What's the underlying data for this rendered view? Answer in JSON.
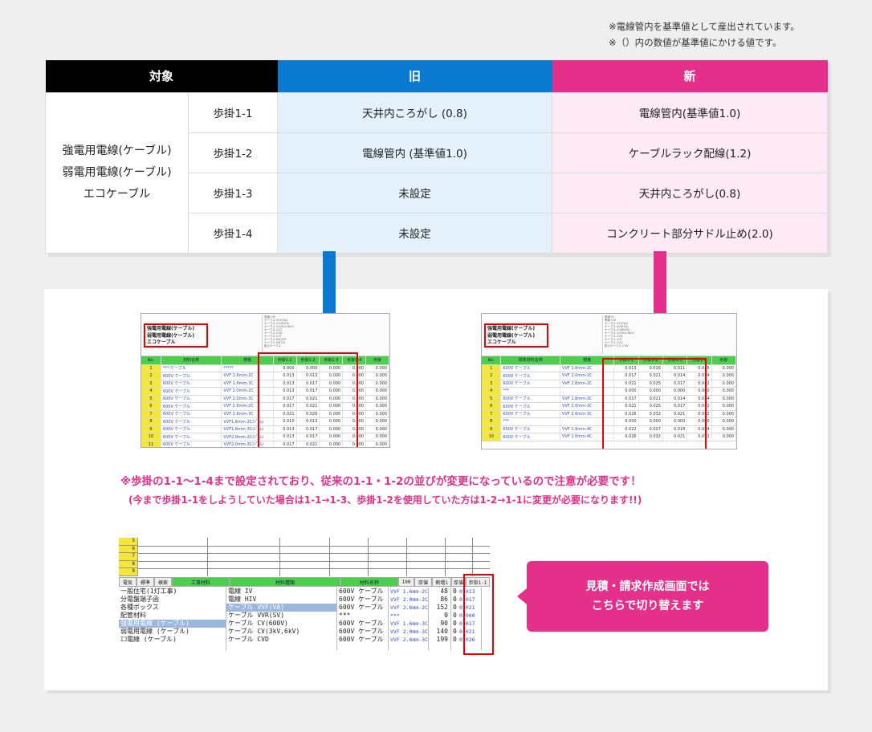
{
  "notes": [
    "※電線管内を基準値として産出されています。",
    "※（）内の数値が基準値にかける値です。"
  ],
  "table": {
    "headers": {
      "target": "対象",
      "old": "旧",
      "new": "新"
    },
    "target_lines": [
      "強電用電線(ケーブル)",
      "弱電用電線(ケーブル)",
      "エコケーブル"
    ],
    "rows": [
      {
        "label": "歩掛1-1",
        "old": "天井内ころがし (0.8)",
        "new": "電線管内(基準値1.0)"
      },
      {
        "label": "歩掛1-2",
        "old": "電線管内 (基準値1.0)",
        "new": "ケーブルラック配線(1.2)"
      },
      {
        "label": "歩掛1-3",
        "old": "未設定",
        "new": "天井内ころがし(0.8)"
      },
      {
        "label": "歩掛1-4",
        "old": "未設定",
        "new": "コンクリート部分サドル止め(2.0)"
      }
    ]
  },
  "colors": {
    "old": "#0a79d0",
    "new": "#e4308a",
    "header_target": "#000000"
  },
  "old_shot": {
    "box_lines": [
      "強電用電線(ケーブル)",
      "弱電用電線(ケーブル)",
      "エコケーブル"
    ],
    "header": [
      "No.",
      "材料名称",
      "規格",
      "歩掛1-1",
      "歩掛1-2",
      "歩掛1-3",
      "歩掛1-4",
      "歩掛"
    ],
    "rows": [
      [
        "1",
        "***:ケーブル",
        "*****",
        "0.000",
        "0.000",
        "0.000",
        "0.000",
        "0.000"
      ],
      [
        "2",
        "600V ケーブル",
        "VVF 1.6mm-2C",
        "0.013",
        "0.013",
        "0.000",
        "0.000",
        "0.000"
      ],
      [
        "3",
        "600V ケーブル",
        "VVF 1.6mm-3C",
        "0.013",
        "0.017",
        "0.000",
        "0.000",
        "0.000"
      ],
      [
        "4",
        "600V ケーブル",
        "VVF 2.0mm-2C",
        "0.013",
        "0.017",
        "0.000",
        "0.000",
        "0.000"
      ],
      [
        "5",
        "600V ケーブル",
        "VVF 2.0mm-3C",
        "0.017",
        "0.021",
        "0.000",
        "0.000",
        "0.000"
      ],
      [
        "6",
        "600V ケーブル",
        "VVF 2.6mm-2C",
        "0.017",
        "0.021",
        "0.000",
        "0.000",
        "0.000"
      ],
      [
        "7",
        "600V ケーブル",
        "VVF 2.6mm-3C",
        "0.021",
        "0.026",
        "0.000",
        "0.000",
        "0.000"
      ],
      [
        "8",
        "600V ケーブル",
        "VVF1.6mm-2C(ﾄﾞﾗﾑ)",
        "0.010",
        "0.013",
        "0.000",
        "0.000",
        "0.000"
      ],
      [
        "9",
        "600V ケーブル",
        "VVF1.6mm-3C(ﾄﾞﾗﾑ)",
        "0.013",
        "0.017",
        "0.000",
        "0.000",
        "0.000"
      ],
      [
        "10",
        "600V ケーブル",
        "VVF2.0mm-2C(ﾄﾞﾗﾑ)",
        "0.013",
        "0.017",
        "0.000",
        "0.000",
        "0.000"
      ],
      [
        "11",
        "600V ケーブル",
        "VVF2.0mm-3C(ﾄﾞﾗﾑ)",
        "0.017",
        "0.021",
        "0.000",
        "0.000",
        "0.000"
      ]
    ]
  },
  "new_shot": {
    "box_lines": [
      "強電用電線(ケーブル)",
      "弱電用電線(ケーブル)",
      "エコケーブル"
    ],
    "header": [
      "No.",
      "標準材料名称",
      "規格",
      "歩掛1-1",
      "歩掛1-2",
      "歩掛1-3",
      "歩掛1-4",
      "歩掛"
    ],
    "rows": [
      [
        "1",
        "600V ケーブル",
        "VVF 1.6mm-2C",
        "0.013",
        "0.016",
        "0.011",
        "0.026",
        "0.000"
      ],
      [
        "2",
        "600V ケーブル",
        "VVF 2.0mm-2C",
        "0.017",
        "0.021",
        "0.014",
        "0.034",
        "0.000"
      ],
      [
        "3",
        "600V ケーブル",
        "VVF 2.6mm-2C",
        "0.021",
        "0.025",
        "0.017",
        "0.042",
        "0.000"
      ],
      [
        "4",
        "***",
        "",
        "0.000",
        "0.000",
        "0.000",
        "0.000",
        "0.000"
      ],
      [
        "5",
        "600V ケーブル",
        "VVF 1.6mm-3C",
        "0.017",
        "0.021",
        "0.014",
        "0.034",
        "0.000"
      ],
      [
        "6",
        "600V ケーブル",
        "VVF 2.0mm-3C",
        "0.021",
        "0.025",
        "0.017",
        "0.042",
        "0.000"
      ],
      [
        "7",
        "600V ケーブル",
        "VVF 2.6mm-3C",
        "0.026",
        "0.032",
        "0.021",
        "0.052",
        "0.000"
      ],
      [
        "8",
        "***",
        "",
        "0.000",
        "0.000",
        "0.000",
        "0.000",
        "0.000"
      ],
      [
        "9",
        "600V ケーブル",
        "VVF 1.6mm-4C",
        "0.022",
        "0.027",
        "0.018",
        "0.044",
        "0.000"
      ],
      [
        "10",
        "600V ケーブル",
        "VVF 2.0mm-4C",
        "0.026",
        "0.032",
        "0.021",
        "0.052",
        "0.000"
      ]
    ]
  },
  "warning": {
    "line1": "※歩掛の1-1〜1-4まで設定されており、従来の1-1・1-2の並びが変更になっているので注意が必要です！",
    "line2": "(今まで歩掛1-1をしようしていた場合は1-1→1-3、歩掛1-2を使用していた方は1-2→1-1に変更が必要になります!!)"
  },
  "bottom_shot": {
    "row_numbers": [
      "5",
      "6",
      "7",
      "8",
      "9"
    ],
    "tabs": [
      "電気",
      "標準",
      "検索",
      "工事材料",
      "材料種類",
      "材料名称",
      "100",
      "厚値",
      "割増1",
      "厚値",
      "歩掛1-1"
    ],
    "col_work": [
      "一般住宅(1灯工事)",
      "分電盤端子函",
      "各種ボックス",
      "配管材料",
      "強電用電線 (ケーブル)",
      "弱電用電線 (ケーブル)",
      "ｴｺ電線 (ケーブル)"
    ],
    "col_type": [
      "電線 IV",
      "電線 HIV",
      "ケーブル VVF(VA)",
      "ケーブル VVR(SV)",
      "ケーブル CV(600V)",
      "ケーブル CV(3kV,6kV)",
      "ケーブル CVD"
    ],
    "col_name": [
      "600V ケーブル",
      "600V ケーブル",
      "600V ケーブル",
      "***",
      "600V ケーブル",
      "600V ケーブル",
      "600V ケーブル"
    ],
    "col_spec": [
      "VVF 1.6mm-2C",
      "VVF 2.0mm-2C",
      "VVF 2.6mm-2C",
      "***",
      "VVF 1.6mm-3C",
      "VVF 2.0mm-3C",
      "VVF 2.6mm-3C"
    ],
    "col_qty": [
      "48",
      "86",
      "152",
      "0",
      "90",
      "140",
      "199"
    ],
    "col_zero": [
      "0",
      "0",
      "0",
      "0",
      "0",
      "0",
      "0"
    ],
    "col_buka": [
      "0.013",
      "0.017",
      "0.021",
      "0.000",
      "0.017",
      "0.021",
      "0.026"
    ]
  },
  "callout": {
    "line1": "見積・請求作成画面では",
    "line2": "こちらで切り替えます"
  }
}
